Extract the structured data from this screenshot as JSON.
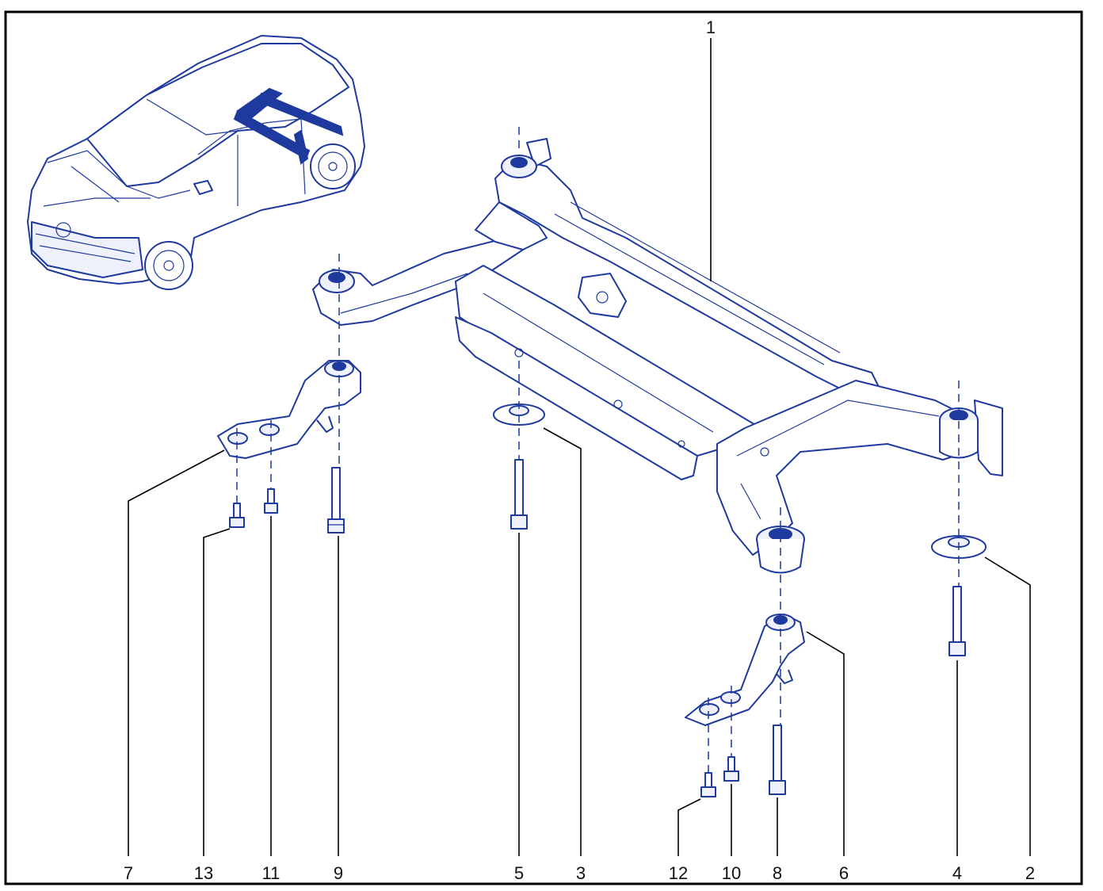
{
  "diagram": {
    "callouts": [
      {
        "id": "c1",
        "label": "1"
      },
      {
        "id": "c2",
        "label": "2"
      },
      {
        "id": "c3",
        "label": "3"
      },
      {
        "id": "c4",
        "label": "4"
      },
      {
        "id": "c5",
        "label": "5"
      },
      {
        "id": "c6",
        "label": "6"
      },
      {
        "id": "c7",
        "label": "7"
      },
      {
        "id": "c8",
        "label": "8"
      },
      {
        "id": "c9",
        "label": "9"
      },
      {
        "id": "c10",
        "label": "10"
      },
      {
        "id": "c11",
        "label": "11"
      },
      {
        "id": "c12",
        "label": "12"
      },
      {
        "id": "c13",
        "label": "13"
      }
    ],
    "colors": {
      "line_art": "#1f3a9e",
      "frame": "#000000",
      "background": "#ffffff"
    }
  }
}
